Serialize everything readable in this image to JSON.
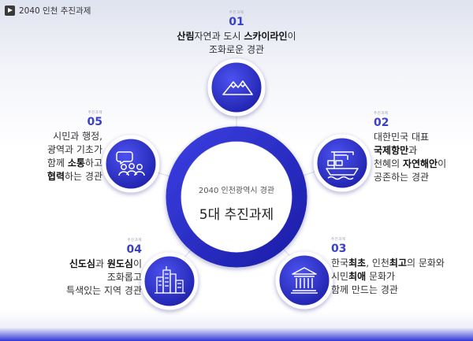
{
  "header": {
    "title": "2040 인천 추진과제"
  },
  "center": {
    "subtitle": "2040 인천광역시 경관",
    "title": "5대 추진과제"
  },
  "tasks": [
    {
      "sub": "추진과제",
      "num": "01",
      "lines": [
        "<b>산림</b>자연과 도시 <b>스카이라인</b>이",
        "조화로운 경관"
      ],
      "icon": "mountain-icon"
    },
    {
      "sub": "추진과제",
      "num": "02",
      "lines": [
        "대한민국 대표",
        "<b>국제항만</b>과",
        "천혜의 <b>자연해안</b>이",
        "공존하는 경관"
      ],
      "icon": "port-crane-icon"
    },
    {
      "sub": "추진과제",
      "num": "03",
      "lines": [
        "한국<b>최초</b>, 인천<b>최고</b>의 문화와",
        "시민<b>최애</b> 문화가",
        "함께 만드는 경관"
      ],
      "icon": "museum-icon"
    },
    {
      "sub": "추진과제",
      "num": "04",
      "lines": [
        "<b>신도심</b>과 <b>원도심</b>이",
        "조화롭고",
        "특색있는 지역 경관"
      ],
      "icon": "city-buildings-icon"
    },
    {
      "sub": "추진과제",
      "num": "05",
      "lines": [
        "시민과 행정,",
        "광역과 기초가",
        "함께 <b>소통</b>하고",
        "<b>협력</b>하는 경관"
      ],
      "icon": "people-talk-icon"
    }
  ],
  "colors": {
    "ring": "#2c2fd0",
    "ring_dark": "#1a1c9e",
    "accent": "#3b40c9"
  }
}
